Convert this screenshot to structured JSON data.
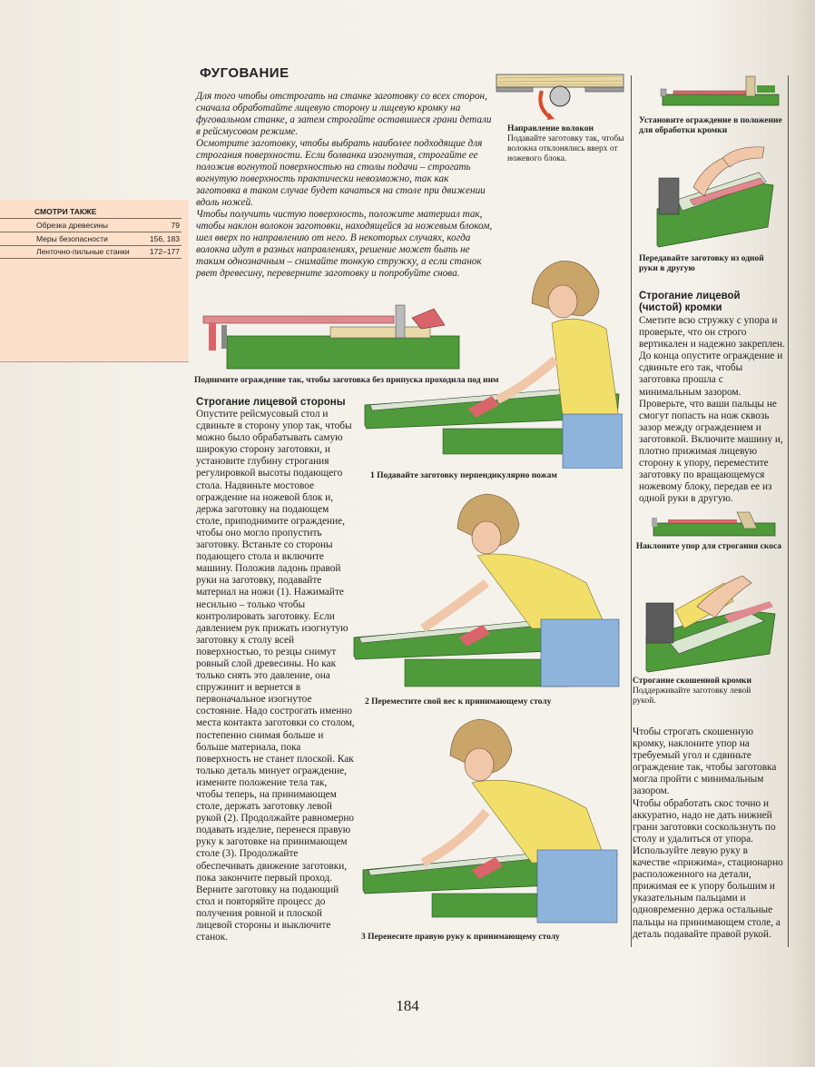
{
  "title": "ФУГОВАНИЕ",
  "intro": [
    "Для того чтобы отстрогать на станке заготовку со всех сторон, сначала обработайте лицевую сторону и лицевую кромку на фуговальном станке, а затем строгайте оставшиеся грани детали в рейсмусовом режиме.",
    "Осмотрите заготовку, чтобы выбрать наиболее подходящие для строгания поверхности. Если болванка изогнутая, строгайте ее положив вогнутой поверхностью на столы подачи – строгать вогнутую поверхность практически невозможно, так как заготовка в таком случае будет качаться на столе при движении вдоль ножей.",
    "Чтобы получить чистую поверхность, положите материал так, чтобы наклон волокон заготовки, находящейся за ножевым блоком, шел вверх по направлению от него. В некоторых случаях, когда волокна идут в разных направлениях, решение может быть не таким однозначным – снимайте тонкую стружку, а если станок рвет древесину, переверните заготовку и попробуйте снова."
  ],
  "see_also": {
    "heading": "СМОТРИ ТАКЖЕ",
    "items": [
      {
        "label": "Обрезка древесины",
        "pages": "79"
      },
      {
        "label": "Меры безопасности",
        "pages": "156, 183"
      },
      {
        "label": "Ленточно-пильные станки",
        "pages": "172–177"
      }
    ]
  },
  "grain": {
    "heading": "Направление волокон",
    "text": "Подавайте заготовку так, чтобы волокна отклонялись вверх от ножевого блока."
  },
  "right_captions": {
    "fence_edge": "Установите ограждение в положение для обработки кромки",
    "hand_to_hand": "Передавайте заготовку из одной руки в другую",
    "tilt_fence": "Наклоните упор для строгания скоса",
    "bevel_title": "Строгание скошенной кромки",
    "bevel_text": "Поддерживайте заготовку левой рукой."
  },
  "fence_caption": "Поднимите ограждение так, чтобы заготовка без припуска проходила под ним",
  "face": {
    "heading": "Строгание лицевой стороны",
    "text": "Опустите рейсмусовый стол и сдвиньте в сторону упор так, чтобы можно было обрабатывать самую широкую сторону заготовки, и установите глубину строгания регулировкой высоты подающего стола. Надвиньте мостовое ограждение на ножевой блок и, держа заготовку на подающем столе, приподнимите ограждение, чтобы оно могло пропустить заготовку. Встаньте со стороны подающего стола и включите машину. Положив ладонь правой руки на заготовку, подавайте материал на ножи (1). Нажимайте несильно – только чтобы контролировать заготовку. Если давлением рук прижать изогнутую заготовку к столу всей поверхностью, то резцы снимут ровный слой древесины. Но как только снять это давление, она спружинит и вернется в первоначальное изогнутое состояние. Надо сострогать именно места контакта заготовки со столом, постепенно снимая больше и больше материала, пока поверхность не станет плоской. Как только деталь минует ограждение, измените положение тела так, чтобы теперь, на принимающем столе, держать заготовку левой рукой (2). Продолжайте равномерно подавать изделие, перенеся правую руку к заготовке на принимающем столе (3). Продолжайте обеспечивать движение заготовки, пока закончите первый проход. Верните заготовку на подающий стол и повторяйте процесс до получения ровной и плоской лицевой стороны и выключите станок."
  },
  "steps": [
    "1 Подавайте заготовку перпендикулярно ножам",
    "2 Переместите свой вес к принимающему столу",
    "3 Перенесите правую руку к принимающему столу"
  ],
  "edge": {
    "heading": "Строгание лицевой (чистой) кромки",
    "text": "Сметите всю стружку с упора и проверьте, что он строго вертикален и надежно закреплен. До конца опустите ограждение и сдвиньте его так, чтобы заготовка прошла с минимальным зазором. Проверьте, что ваши пальцы не смогут попасть на нож сквозь зазор между ограждением и заготовкой. Включите машину и, плотно прижимая лицевую сторону к упору, переместите заготовку по вращающемуся ножевому блоку, передав ее из одной руки в другую."
  },
  "bevel_body": [
    "Чтобы строгать скошенную кромку, наклоните упор на требуемый угол и сдвиньте ограждение так, чтобы заготовка могла пройти с минимальным зазором.",
    "Чтобы обработать скос точно и аккуратно, надо не дать нижней грани заготовки соскользнуть по столу и удалиться от упора. Используйте левую руку в качестве «прижима», стационарно расположенного на детали, прижимая ее к упору большим и указательным пальцами и одновременно держа остальные пальцы на принимающем столе, а деталь подавайте правой рукой."
  ],
  "page_number": "184",
  "colors": {
    "machine": "#4f9a3a",
    "fence": "#d9656a",
    "guard": "#e08a8f",
    "shirt": "#f1df6a",
    "jeans": "#8fb4dc",
    "skin": "#f0c7a8"
  }
}
